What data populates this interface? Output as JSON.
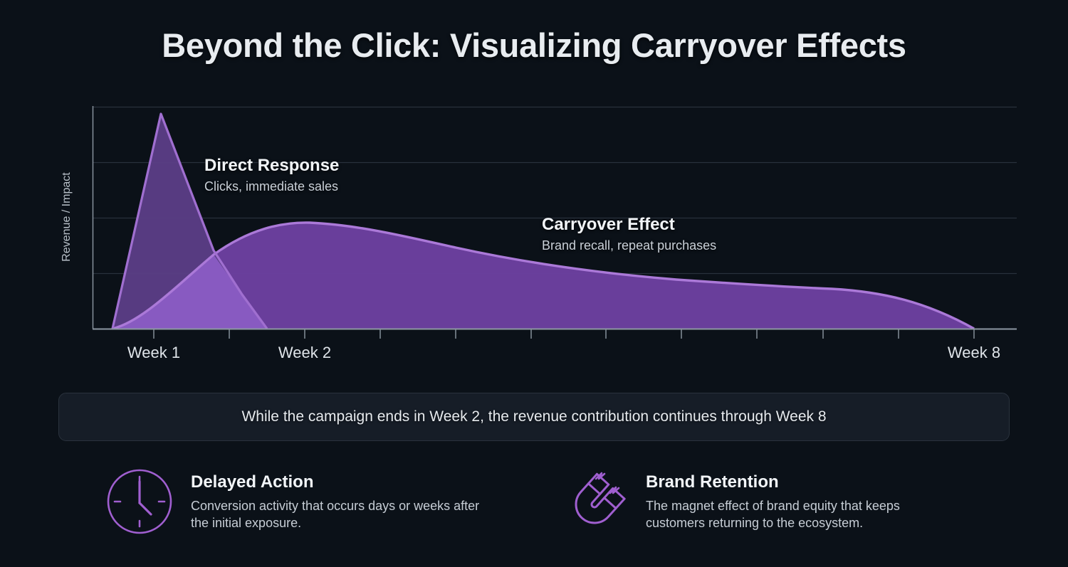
{
  "title": "Beyond the Click: Visualizing Carryover Effects",
  "theme": {
    "background": "#0b1118",
    "title_color": "#e8ecf0",
    "grid_color": "#29313c",
    "axis_color": "#97a0aa",
    "accent_purple": "#a06fd0",
    "direct_fill": "#5b3d85",
    "carryover_fill": "#6b3f9e",
    "overlap_fill": "#8b5cc4",
    "banner_bg": "#161d27",
    "banner_border": "#2a323d"
  },
  "chart": {
    "ylabel": "Revenue / Impact",
    "xtick_labels": [
      {
        "text": "Week 1",
        "x": 216
      },
      {
        "text": "Week 2",
        "x": 428
      },
      {
        "text": "Week 8",
        "x": 1368
      }
    ],
    "annotations": [
      {
        "id": "direct",
        "title": "Direct Response",
        "subtitle": "Clicks, immediate sales"
      },
      {
        "id": "carryover",
        "title": "Carryover Effect",
        "subtitle": "Brand recall, repeat purchases"
      }
    ]
  },
  "chart_data": {
    "type": "area",
    "title": "Beyond the Click: Visualizing Carryover Effects",
    "xlabel": "",
    "ylabel": "Revenue / Impact",
    "grid": true,
    "legend": "inline-annotations",
    "x_axis": {
      "labeled_ticks": [
        "Week 1",
        "Week 2",
        "Week 8"
      ],
      "tick_count": 14,
      "range": [
        "Week 0",
        "Week 8"
      ]
    },
    "ylim": [
      0,
      100
    ],
    "x": [
      0,
      0.5,
      1,
      1.5,
      2,
      2.5,
      3,
      3.5,
      4,
      4.5,
      5,
      5.5,
      6,
      6.5,
      7,
      7.5,
      8
    ],
    "series": [
      {
        "name": "Direct Response",
        "description": "Clicks, immediate sales",
        "color": "#5b3d85",
        "values": [
          0,
          100,
          54,
          22,
          0,
          0,
          0,
          0,
          0,
          0,
          0,
          0,
          0,
          0,
          0,
          0,
          0
        ]
      },
      {
        "name": "Carryover Effect",
        "description": "Brand recall, repeat purchases",
        "color": "#6b3f9e",
        "values": [
          0,
          18,
          34,
          44,
          47,
          46,
          44,
          41,
          38,
          34,
          31,
          28,
          26,
          24,
          22,
          20,
          0
        ]
      }
    ]
  },
  "callout": {
    "text": "While the campaign ends in Week 2, the revenue contribution continues through Week 8"
  },
  "features": [
    {
      "icon": "clock-icon",
      "title": "Delayed Action",
      "description": "Conversion activity that occurs days or weeks after the initial exposure."
    },
    {
      "icon": "magnet-icon",
      "title": "Brand Retention",
      "description": "The magnet effect of brand equity that keeps customers returning to the ecosystem."
    }
  ]
}
